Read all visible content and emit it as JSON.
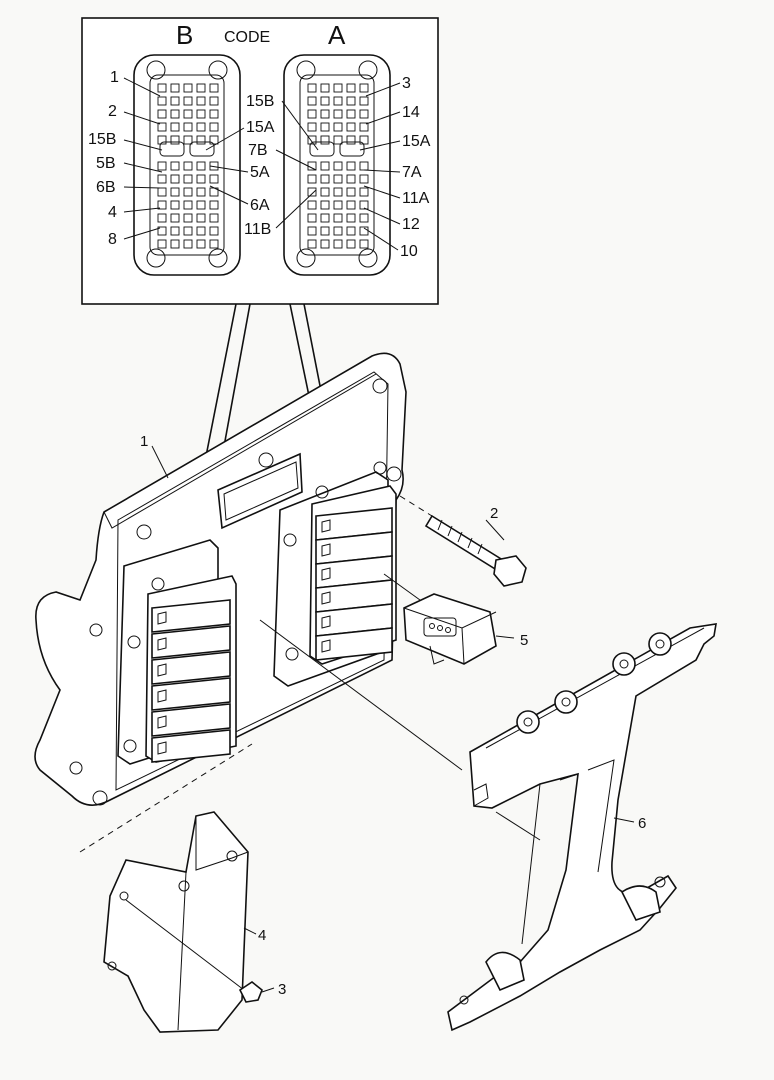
{
  "inset": {
    "side_b": "B",
    "code": "CODE",
    "side_a": "A",
    "left_labels": [
      "1",
      "2",
      "15B",
      "5B",
      "6B",
      "4",
      "8"
    ],
    "center_left_labels": [
      "15A",
      "5A",
      "6A"
    ],
    "center_right_labels": [
      "15B",
      "7B",
      "11B"
    ],
    "right_labels": [
      "3",
      "14",
      "15A",
      "7A",
      "11A",
      "12",
      "10"
    ]
  },
  "parts": {
    "ecu": "1",
    "bolt": "2",
    "screw": "3",
    "cover": "4",
    "connector": "5",
    "bracket": "6"
  }
}
